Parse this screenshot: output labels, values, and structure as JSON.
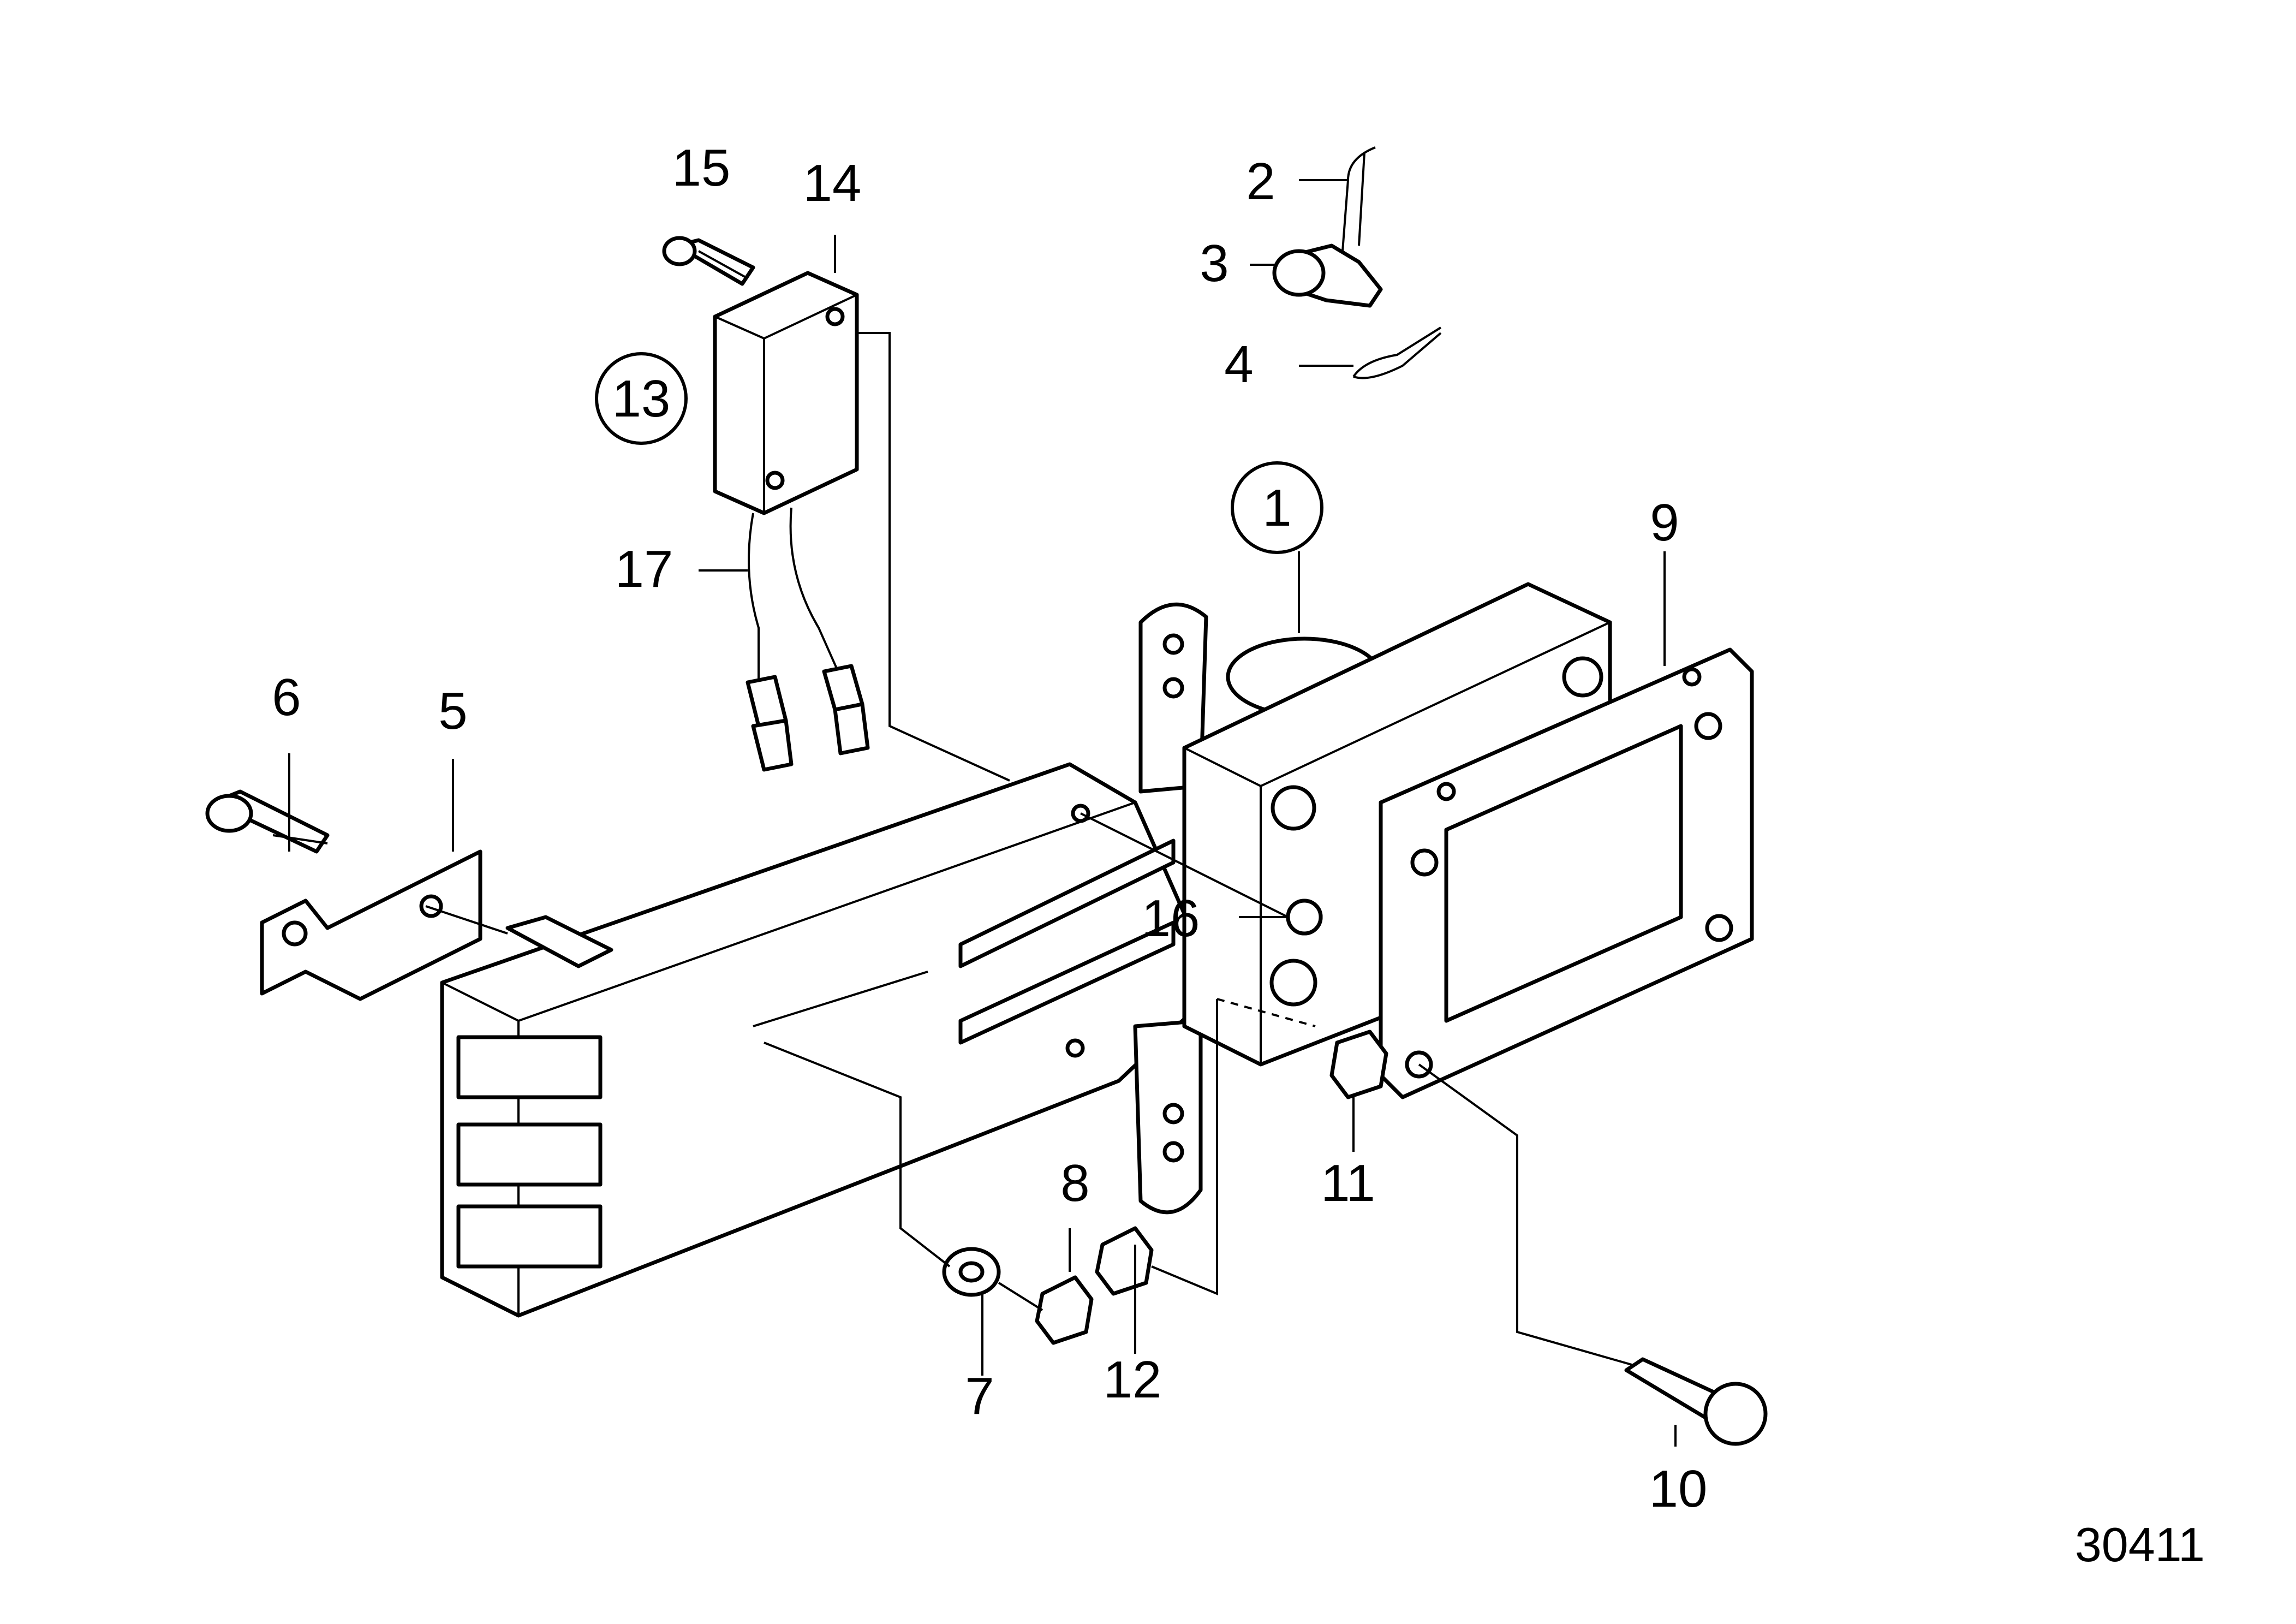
{
  "callouts": [
    {
      "id": "1",
      "label": "1",
      "circled": true
    },
    {
      "id": "2",
      "label": "2",
      "circled": false
    },
    {
      "id": "3",
      "label": "3",
      "circled": false
    },
    {
      "id": "4",
      "label": "4",
      "circled": false
    },
    {
      "id": "5",
      "label": "5",
      "circled": false
    },
    {
      "id": "6",
      "label": "6",
      "circled": false
    },
    {
      "id": "7",
      "label": "7",
      "circled": false
    },
    {
      "id": "8",
      "label": "8",
      "circled": false
    },
    {
      "id": "9",
      "label": "9",
      "circled": false
    },
    {
      "id": "10",
      "label": "10",
      "circled": false
    },
    {
      "id": "11",
      "label": "11",
      "circled": false
    },
    {
      "id": "12",
      "label": "12",
      "circled": false
    },
    {
      "id": "13",
      "label": "13",
      "circled": true
    },
    {
      "id": "14",
      "label": "14",
      "circled": false
    },
    {
      "id": "15",
      "label": "15",
      "circled": false
    },
    {
      "id": "16",
      "label": "16",
      "circled": false
    },
    {
      "id": "17",
      "label": "17",
      "circled": false
    }
  ],
  "drawing_number": "30411"
}
